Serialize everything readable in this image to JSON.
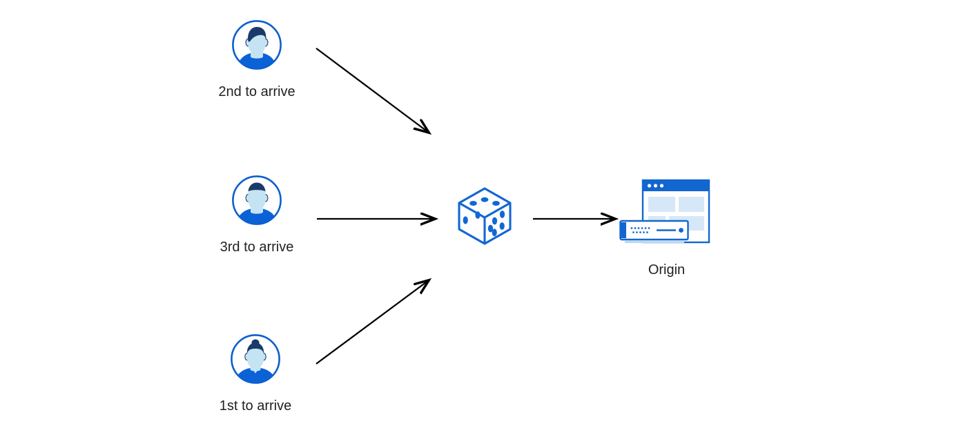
{
  "diagram": {
    "title": "Load balancing request order diagram",
    "background_color": "#ffffff",
    "arrow_color": "#000000",
    "label_color": "#202124",
    "palette": {
      "ring_blue": "#0b5fce",
      "hair_navy": "#1b3a6b",
      "face_light": "#c5e4f3",
      "shirt_blue": "#0b62d6",
      "dice_blue": "#1267d4",
      "window_bar": "#1266d0",
      "window_panel": "#d6e8f7",
      "server_blue": "#1266d0"
    },
    "clients": [
      {
        "id": "client-2nd",
        "icon": "user-avatar-icon",
        "label": "2nd to arrive",
        "hair_style": "short-wavy"
      },
      {
        "id": "client-3rd",
        "icon": "user-avatar-icon",
        "label": "3rd to arrive",
        "hair_style": "short-flat"
      },
      {
        "id": "client-1st",
        "icon": "user-avatar-icon",
        "label": "1st to arrive",
        "hair_style": "bun-updo"
      }
    ],
    "randomizer": {
      "id": "randomizer",
      "icon": "dice-icon",
      "label": "",
      "faces": {
        "top_pips": 3,
        "right_pips": 5,
        "left_pips": 2
      }
    },
    "origin": {
      "id": "origin-server",
      "icon": "origin-server-icon",
      "label": "Origin",
      "window_dots": 3
    },
    "arrows": [
      {
        "id": "arrow-2nd-to-dice",
        "icon": "arrow-icon",
        "direction": "down-right",
        "from": "client-2nd",
        "to": "randomizer"
      },
      {
        "id": "arrow-3rd-to-dice",
        "icon": "arrow-icon",
        "direction": "right",
        "from": "client-3rd",
        "to": "randomizer"
      },
      {
        "id": "arrow-1st-to-dice",
        "icon": "arrow-icon",
        "direction": "up-right",
        "from": "client-1st",
        "to": "randomizer"
      },
      {
        "id": "arrow-dice-to-origin",
        "icon": "arrow-icon",
        "direction": "right",
        "from": "randomizer",
        "to": "origin-server"
      }
    ]
  }
}
